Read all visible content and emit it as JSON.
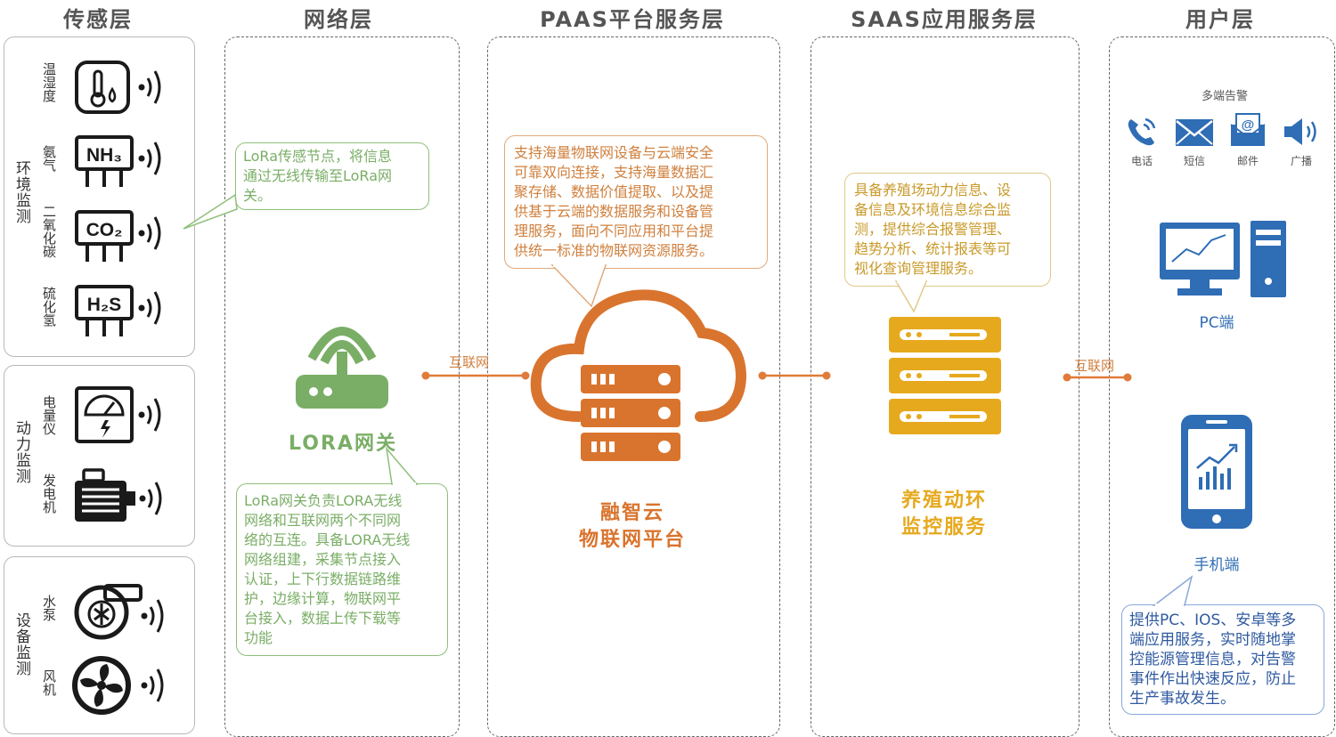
{
  "layers": {
    "sensing": "传感层",
    "network": "网络层",
    "paas": "PAAS平台服务层",
    "saas": "SAAS应用服务层",
    "user": "用户层"
  },
  "groups": {
    "env": {
      "label": "环境监测",
      "sensors": [
        {
          "label": "温湿度",
          "icon": "thermometer-humidity-icon"
        },
        {
          "label": "氨气",
          "icon": "nh3-sensor-icon",
          "chip": "NH₃"
        },
        {
          "label": "二氧化碳",
          "icon": "co2-sensor-icon",
          "chip": "CO₂"
        },
        {
          "label": "硫化氢",
          "icon": "h2s-sensor-icon",
          "chip": "H₂S"
        }
      ]
    },
    "power": {
      "label": "动力监测",
      "sensors": [
        {
          "label": "电量仪",
          "icon": "power-meter-icon"
        },
        {
          "label": "发电机",
          "icon": "generator-icon"
        }
      ]
    },
    "equipment": {
      "label": "设备监测",
      "sensors": [
        {
          "label": "水泵",
          "icon": "water-pump-icon"
        },
        {
          "label": "风机",
          "icon": "fan-icon"
        }
      ]
    }
  },
  "network": {
    "sensor_bubble": [
      "LoRa传感节点，将信息",
      "通过无线传输至LoRa网",
      "关。"
    ],
    "gateway_title": "LORA网关",
    "gateway_bubble": [
      "LoRa网关负责LORA无线",
      "网络和互联网两个不同网",
      "络的互连。具备LORA无线",
      "网络组建，采集节点接入",
      "认证，上下行数据链路维",
      "护，边缘计算，物联网平",
      "台接入，数据上传下载等",
      "功能"
    ],
    "link_label": "互联网"
  },
  "paas": {
    "bubble": [
      "支持海量物联网设备与云端安全",
      "可靠双向连接，支持海量数据汇",
      "聚存储、数据价值提取、以及提",
      "供基于云端的数据服务和设备管",
      "理服务，面向不同应用和平台提",
      "供统一标准的物联网资源服务。"
    ],
    "title_line1": "融智云",
    "title_line2": "物联网平台"
  },
  "saas": {
    "bubble": [
      "具备养殖场动力信息、设",
      "备信息及环境信息综合监",
      "测，提供综合报警管理、",
      "趋势分析、统计报表等可",
      "视化查询管理服务。"
    ],
    "title_line1": "养殖动环",
    "title_line2": "监控服务"
  },
  "user": {
    "link_label": "互联网",
    "alert_title": "多端告警",
    "alerts": [
      {
        "label": "电话",
        "icon": "phone-icon"
      },
      {
        "label": "短信",
        "icon": "sms-envelope-icon"
      },
      {
        "label": "邮件",
        "icon": "email-icon"
      },
      {
        "label": "广播",
        "icon": "speaker-icon"
      }
    ],
    "pc_label": "PC端",
    "mobile_label": "手机端",
    "bubble": [
      "提供PC、IOS、安卓等多",
      "端应用服务，实时随地掌",
      "控能源管理信息，对告警",
      "事件作出快速反应，防止",
      "生产事故发生。"
    ]
  },
  "colors": {
    "green": "#7aae66",
    "orange": "#d9742e",
    "yellow": "#e6a91e",
    "blue": "#2f6db5",
    "dark": "#1a1a1a"
  }
}
